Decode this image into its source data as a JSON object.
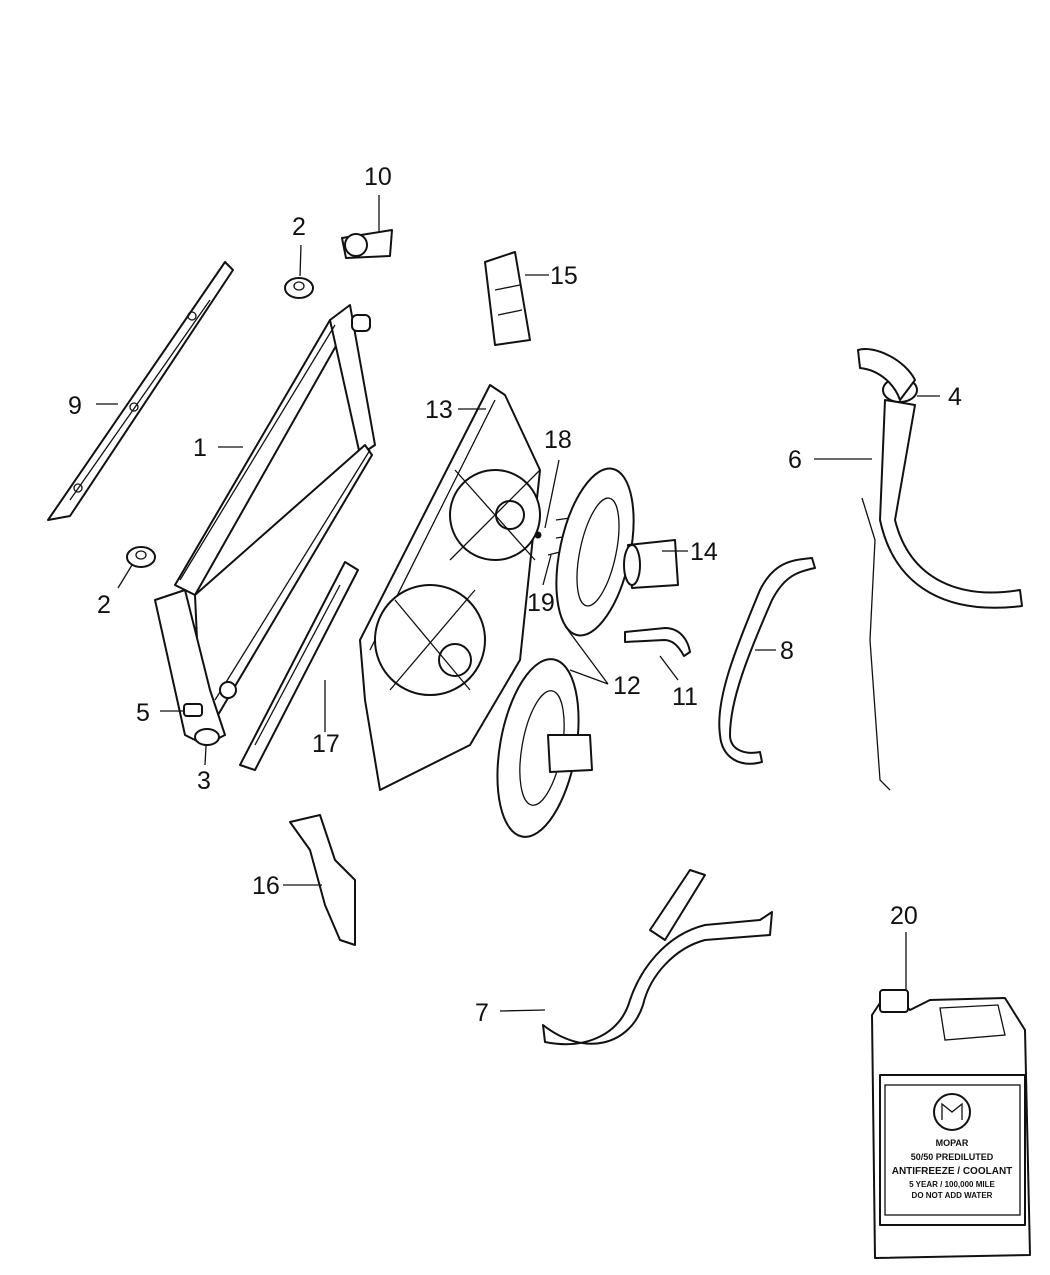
{
  "callouts": [
    {
      "id": "1",
      "text": "1"
    },
    {
      "id": "2a",
      "text": "2"
    },
    {
      "id": "2b",
      "text": "2"
    },
    {
      "id": "3",
      "text": "3"
    },
    {
      "id": "4",
      "text": "4"
    },
    {
      "id": "5",
      "text": "5"
    },
    {
      "id": "6",
      "text": "6"
    },
    {
      "id": "7",
      "text": "7"
    },
    {
      "id": "8",
      "text": "8"
    },
    {
      "id": "9",
      "text": "9"
    },
    {
      "id": "10",
      "text": "10"
    },
    {
      "id": "11",
      "text": "11"
    },
    {
      "id": "12",
      "text": "12"
    },
    {
      "id": "13",
      "text": "13"
    },
    {
      "id": "14",
      "text": "14"
    },
    {
      "id": "15",
      "text": "15"
    },
    {
      "id": "16",
      "text": "16"
    },
    {
      "id": "17",
      "text": "17"
    },
    {
      "id": "18",
      "text": "18"
    },
    {
      "id": "19",
      "text": "19"
    },
    {
      "id": "20",
      "text": "20"
    }
  ],
  "jug_label": {
    "brand": "MOPAR",
    "line1": "50/50 PREDILUTED",
    "line2": "ANTIFREEZE / COOLANT",
    "line3": "5 YEAR / 100,000 MILE",
    "line4": "DO NOT ADD WATER"
  },
  "colors": {
    "ink": "#111111",
    "paper": "#ffffff"
  }
}
